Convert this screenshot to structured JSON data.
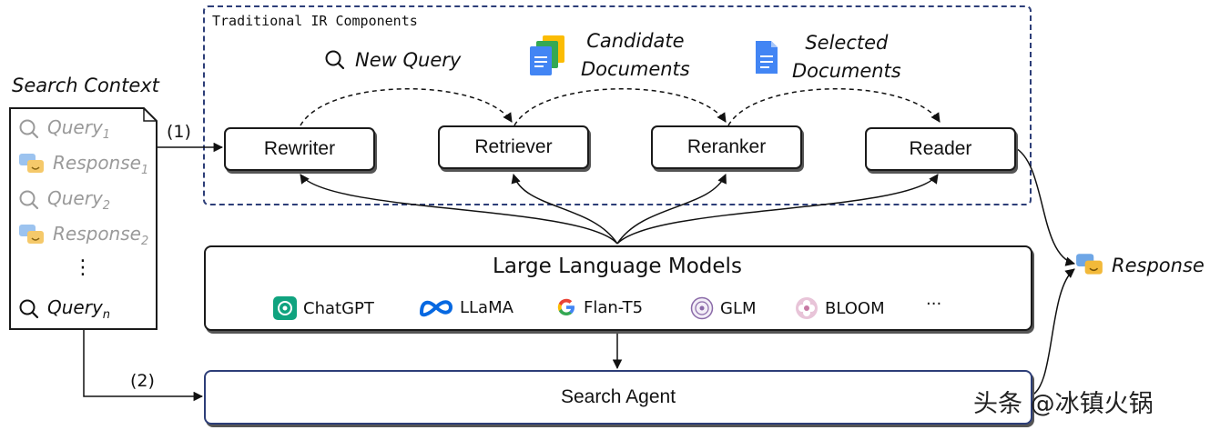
{
  "ir_group": {
    "title": "Traditional IR Components"
  },
  "labels": {
    "new_query": "New Query",
    "candidate_docs": [
      "Candidate",
      "Documents"
    ],
    "selected_docs": [
      "Selected",
      "Documents"
    ],
    "search_context": "Search Context",
    "response": "Response"
  },
  "context_items": [
    {
      "label": "Query",
      "sub": "1",
      "icon": "search-icon"
    },
    {
      "label": "Response",
      "sub": "1",
      "icon": "chat-bubble-icon"
    },
    {
      "label": "Query",
      "sub": "2",
      "icon": "search-icon"
    },
    {
      "label": "Response",
      "sub": "2",
      "icon": "chat-bubble-icon"
    },
    {
      "label": "⋮"
    },
    {
      "label": "Query",
      "sub": "n",
      "icon": "search-icon"
    }
  ],
  "components": [
    "Rewriter",
    "Retriever",
    "Reranker",
    "Reader"
  ],
  "llm": {
    "title": "Large Language Models",
    "models": [
      "ChatGPT",
      "LLaMA",
      "Flan-T5",
      "GLM",
      "BLOOM",
      "···"
    ]
  },
  "agent": {
    "label": "Search Agent"
  },
  "edge_labels": {
    "step1": "(1)",
    "step2": "(2)"
  },
  "watermark": "头条 @冰镇火锅",
  "colors": {
    "doc_blue": "#4285F4",
    "doc_green": "#34A853",
    "doc_yellow": "#FBBC04",
    "chatgpt": "#10a37f",
    "meta": "#0668E1",
    "dashed_border": "#2d3e78"
  }
}
